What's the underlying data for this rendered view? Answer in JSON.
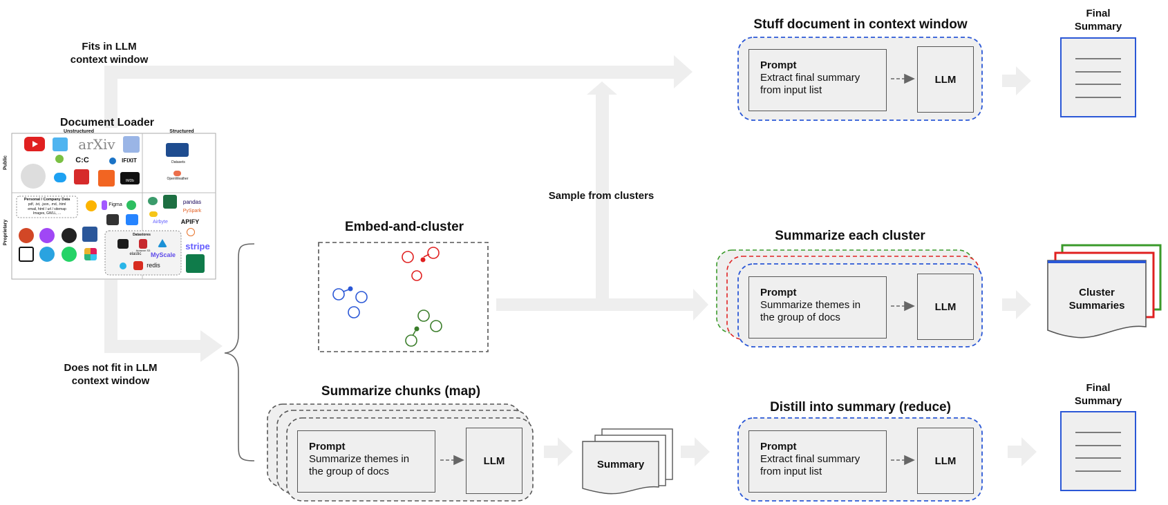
{
  "branches": {
    "fits": "Fits in LLM\ncontext window",
    "not_fits": "Does not fit in LLM\ncontext window",
    "sample": "Sample from clusters"
  },
  "loader": {
    "title": "Document Loader",
    "unstructured": "Unstructured",
    "structured": "Structured",
    "public": "Public",
    "proprietary": "Proprietary",
    "personal_title": "Personal / Company Data",
    "personal_desc": "pdf, .txt, .json, .md, .html\nemail, html / url / sitemap\nImages, GWLL, ...",
    "logos": {
      "arxiv": "arXiv",
      "ifixit": "IFIXIT",
      "imdb": "IMDb",
      "datasets": "Datasets",
      "openweather": "OpenWeather",
      "airtable": "Airtable",
      "figma": "Figma",
      "pandas": "pandas",
      "pyspark": "PySpark",
      "airbyte": "Airbyte",
      "apify": "APIFY",
      "stripe": "stripe",
      "datastores": "Datastores",
      "myscale": "MyScale",
      "redis": "redis",
      "elastic": "elastic",
      "amazon": "Amazon S3"
    }
  },
  "embed": {
    "title": "Embed-and-cluster"
  },
  "stuff": {
    "title": "Stuff document in context window",
    "prompt_title": "Prompt",
    "prompt_text": "Extract final summary\nfrom input list",
    "llm": "LLM",
    "output_title": "Final\nSummary"
  },
  "cluster": {
    "title": "Summarize each cluster",
    "prompt_title": "Prompt",
    "prompt_text": "Summarize themes in\nthe group of docs",
    "llm": "LLM",
    "output": "Cluster\nSummaries"
  },
  "map": {
    "title": "Summarize chunks (map)",
    "prompt_title": "Prompt",
    "prompt_text": "Summarize themes in\nthe group of docs",
    "llm": "LLM",
    "output": "Summary"
  },
  "reduce": {
    "title": "Distill into summary (reduce)",
    "prompt_title": "Prompt",
    "prompt_text": "Extract final summary\nfrom input list",
    "llm": "LLM",
    "output_title": "Final\nSummary"
  },
  "colors": {
    "arrow": "#eeeeee",
    "blue": "#2a57d6",
    "red": "#e02020",
    "green": "#3a7d2a",
    "box_fill": "#efefef"
  }
}
